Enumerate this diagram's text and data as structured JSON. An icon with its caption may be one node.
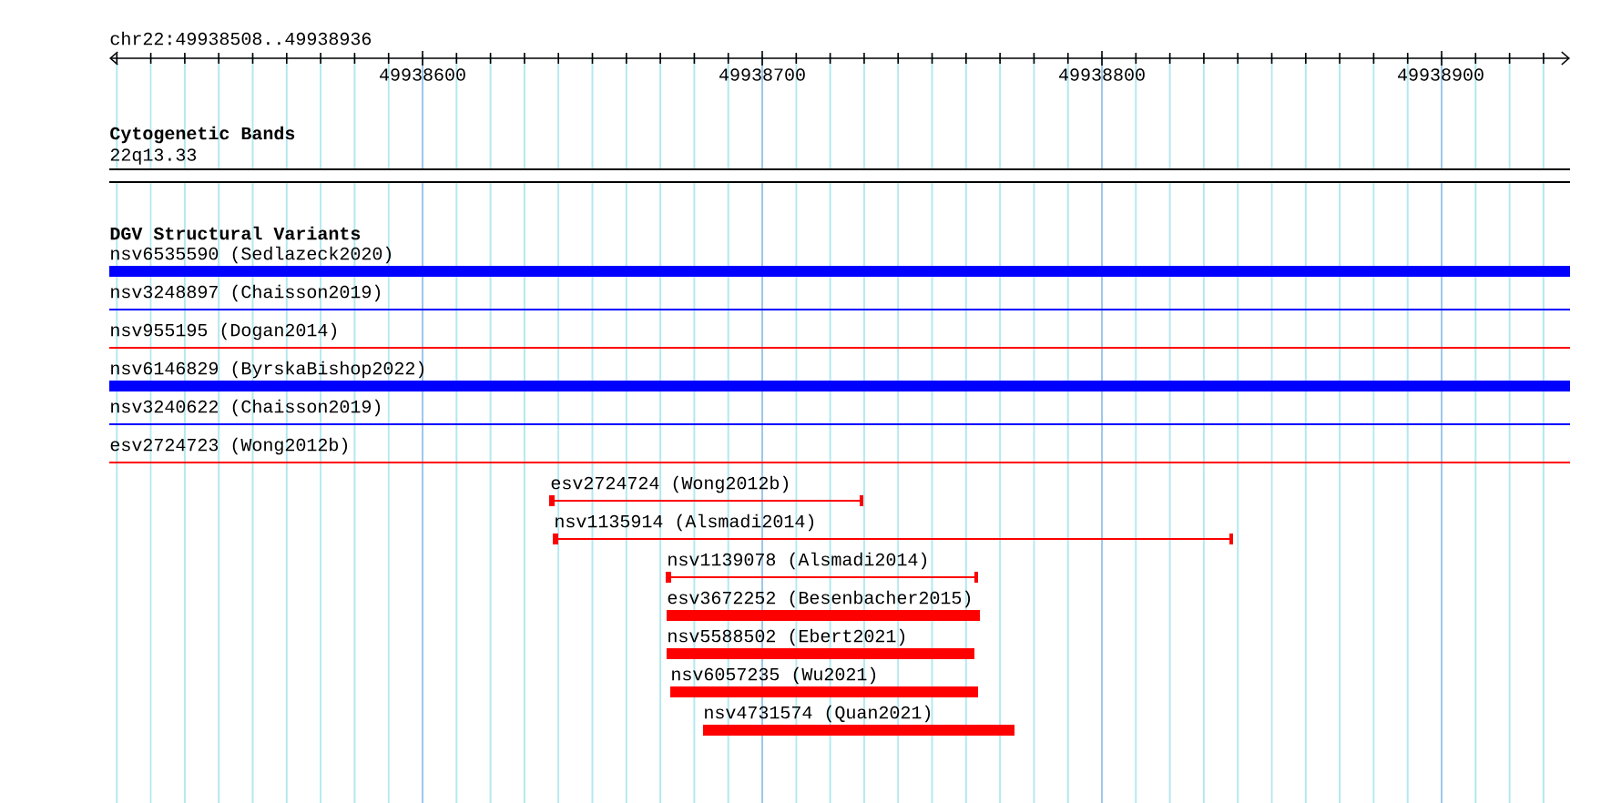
{
  "diagram": {
    "title": "chr22:49938508..49938936",
    "nodes": [
      {
        "text": [
          "22q13.33"
        ]
      },
      {
        "text": [
          "nsv6535590 (Sedlazeck2020)"
        ]
      },
      {
        "text": [
          "nsv3248897 (Chaisson2019)"
        ]
      },
      {
        "text": [
          "nsv955195 (Dogan2014)"
        ]
      },
      {
        "text": [
          "nsv6146829 (ByrskaBishop2022)"
        ]
      },
      {
        "text": [
          "nsv3240622 (Chaisson2019)"
        ]
      },
      {
        "text": [
          "esv2724723 (Wong2012b)"
        ]
      },
      {
        "text": [
          "esv2724724 (Wong2012b)"
        ]
      },
      {
        "text": [
          "nsv1135914 (Alsmadi2014)"
        ]
      },
      {
        "text": [
          "nsv1139078 (Alsmadi2014)"
        ]
      },
      {
        "text": [
          "esv3672252 (Besenbacher2015)"
        ]
      },
      {
        "text": [
          "nsv5588502 (Ebert2021)"
        ]
      },
      {
        "text": [
          "nsv6057235 (Wu2021)"
        ]
      },
      {
        "text": [
          "nsv4731574 (Quan2021)"
        ]
      }
    ],
    "labels": [
      "49938600",
      "49938700",
      "49938800",
      "49938900",
      "Cytogenetic Bands",
      "DGV Structural Variants"
    ]
  }
}
